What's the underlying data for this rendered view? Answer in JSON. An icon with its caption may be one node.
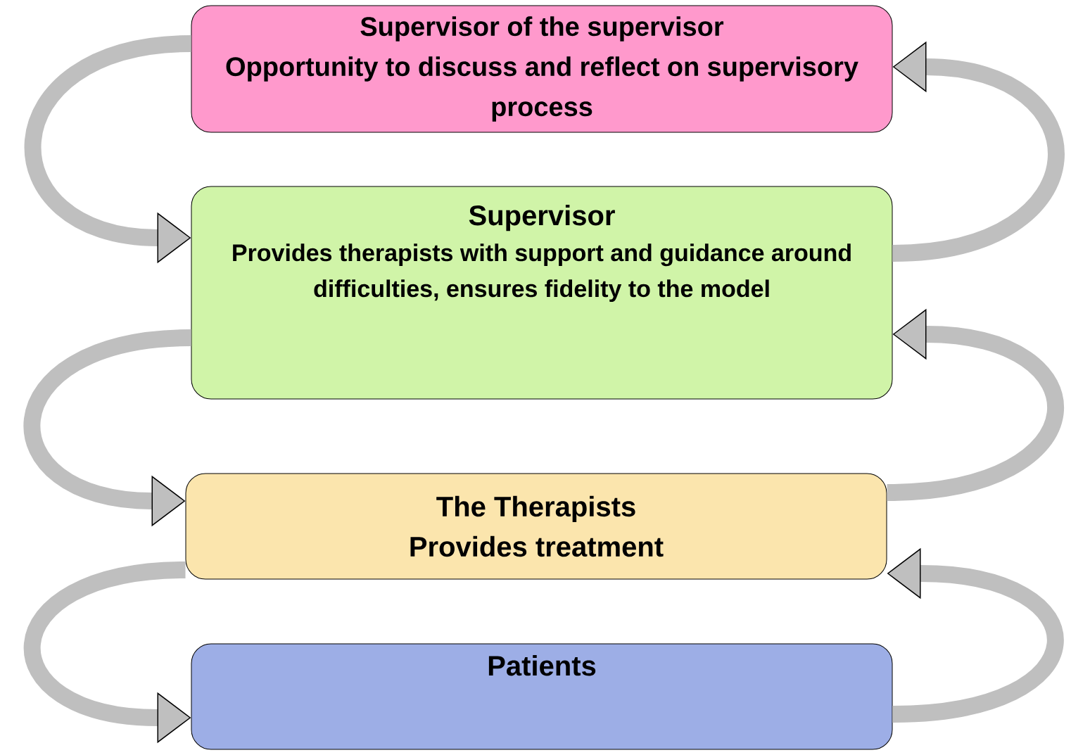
{
  "diagram": {
    "nodes": [
      {
        "text": [
          "Supervisor of the supervisor",
          "Opportunity to discuss and reflect on supervisory process"
        ]
      },
      {
        "text": [
          "Supervisor",
          "Provides therapists with support and guidance around difficulties, ensures fidelity to the model"
        ]
      },
      {
        "text": [
          "The Therapists",
          "Provides treatment"
        ]
      },
      {
        "text": [
          "Patients"
        ]
      }
    ],
    "edges": [
      {
        "from": 0,
        "to": 1,
        "arrow": "to"
      },
      {
        "from": 1,
        "to": 2,
        "arrow": "to"
      },
      {
        "from": 2,
        "to": 3,
        "arrow": "to"
      },
      {
        "from": 1,
        "to": 0,
        "arrow": "to"
      },
      {
        "from": 2,
        "to": 1,
        "arrow": "to"
      },
      {
        "from": 3,
        "to": 2,
        "arrow": "to"
      }
    ]
  }
}
